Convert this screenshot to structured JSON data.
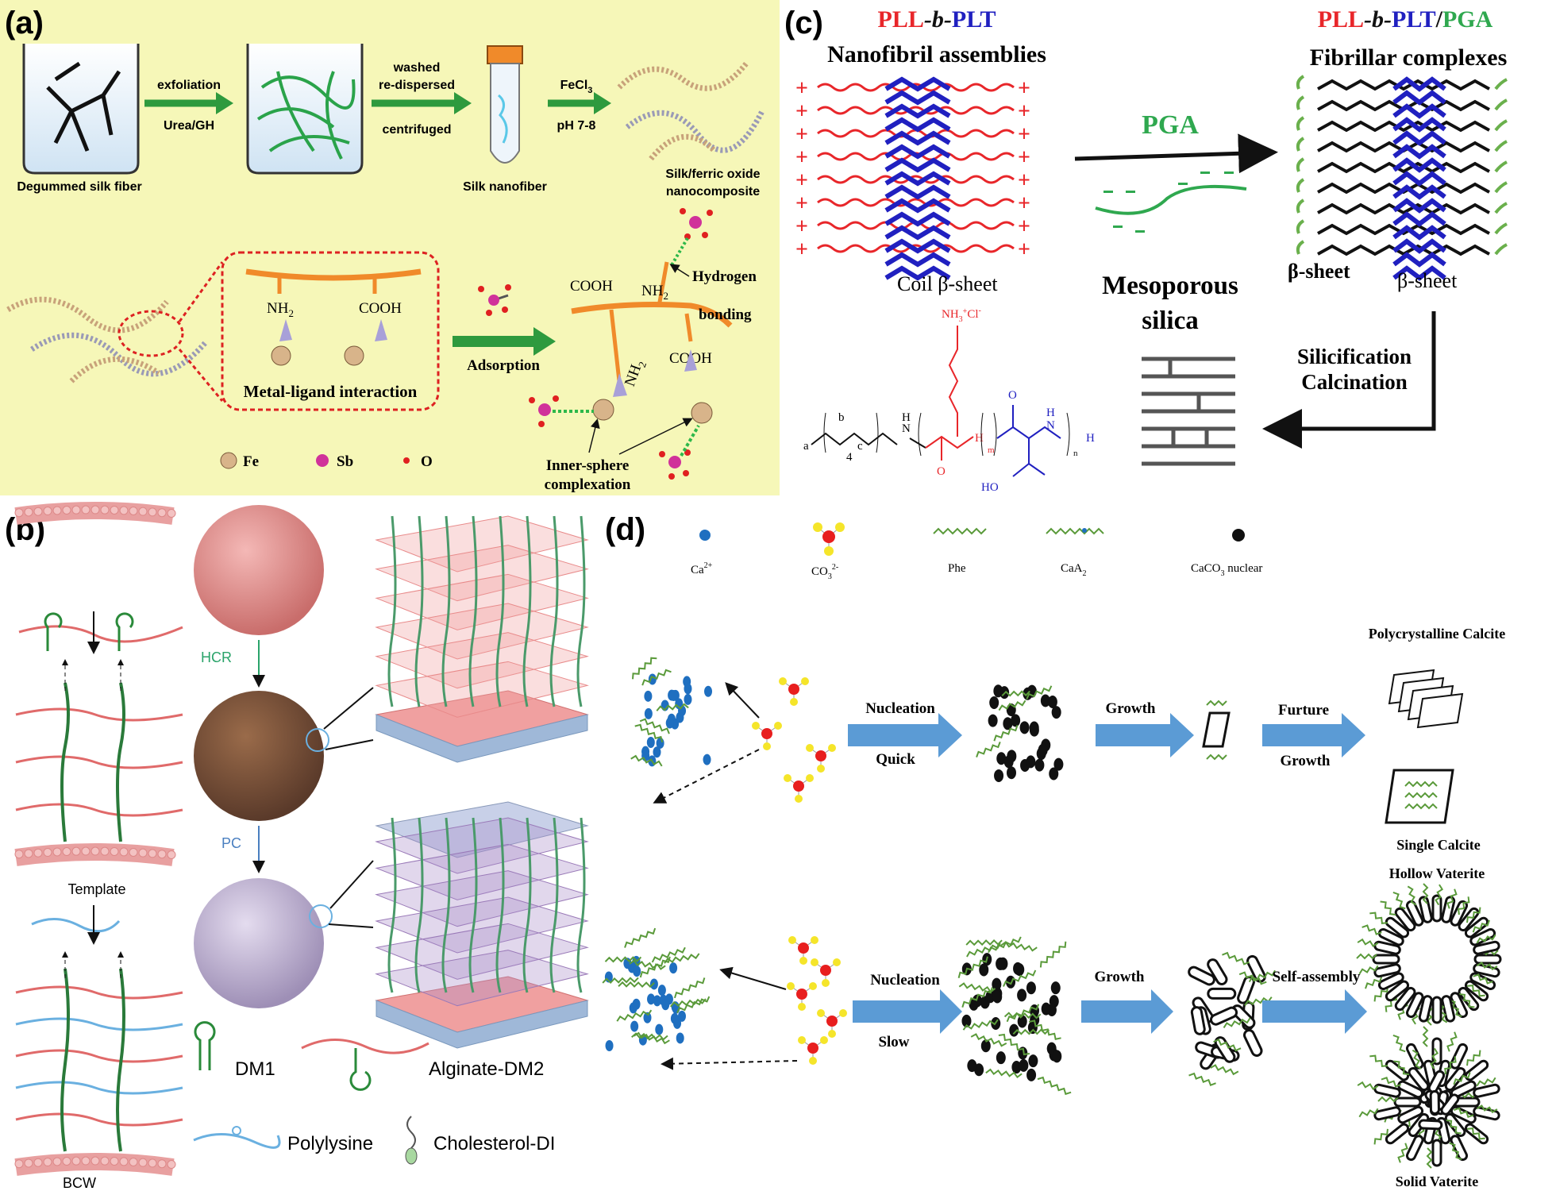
{
  "panels": {
    "a": {
      "label": "(a)",
      "beaker1_caption": "Degummed silk fiber",
      "step1_top": "exfoliation",
      "step1_bottom": "Urea/GH",
      "step2_top1": "washed",
      "step2_top2": "re-dispersed",
      "step2_bottom": "centrifuged",
      "tube_caption": "Silk nanofiber",
      "step3_top": "FeCl",
      "step3_top_sub": "3",
      "step3_bottom": "pH 7-8",
      "product_caption1": "Silk/ferric oxide",
      "product_caption2": "nanocomposite",
      "nh2": "NH",
      "nh2_sub": "2",
      "cooh": "COOH",
      "metal_ligand": "Metal-ligand interaction",
      "adsorption": "Adsorption",
      "hydrogen1": "Hydrogen",
      "hydrogen2": "bonding",
      "inner1": "Inner-sphere",
      "inner2": "complexation",
      "legend": [
        {
          "symbol": "Fe",
          "color": "#c8a27a"
        },
        {
          "symbol": "Sb",
          "color": "#d0329a"
        },
        {
          "symbol": "O",
          "color": "#e02020"
        }
      ]
    },
    "b": {
      "label": "(b)",
      "hcr": "HCR",
      "pc": "PC",
      "template": "Template",
      "bcw": "BCW",
      "legend": {
        "dm1": "DM1",
        "alginate": "Alginate-DM2",
        "polylysine": "Polylysine",
        "cholesterol": "Cholesterol-DI"
      }
    },
    "c": {
      "label": "(c)",
      "title_left_1": "PLL",
      "title_left_2": "-b-",
      "title_left_3": "PLT",
      "subtitle_left": "Nanofibril assemblies",
      "title_right_1": "PLL",
      "title_right_2": "-b-",
      "title_right_3": "PLT",
      "title_right_4": "/",
      "title_right_5": "PGA",
      "subtitle_right": "Fibrillar complexes",
      "pga": "PGA",
      "coil_beta": "Coil β-sheet",
      "beta_sheet_a": "β-sheet",
      "beta_sheet_b": "β-sheet",
      "mesoporous1": "Mesoporous",
      "mesoporous2": "silica",
      "silicification": "Silicification",
      "calcination": "Calcination",
      "chem": {
        "nh3cl": "NH",
        "nh3cl_sub": "3",
        "nh3cl_sup": "+",
        "nh3cl_tail": "Cl",
        "nh3cl_tail_sup": "-",
        "a": "a",
        "b": "b",
        "c": "c",
        "four": "4",
        "n1": "N",
        "h1": "H",
        "o1": "O",
        "o2": "O",
        "hm": "H",
        "m": "m",
        "h2": "H",
        "n2": "N",
        "n": "n",
        "h3": "H",
        "ho": "HO"
      }
    },
    "d": {
      "label": "(d)",
      "legend": [
        {
          "name": "Ca",
          "sup": "2+"
        },
        {
          "name": "CO",
          "sub": "3",
          "sup": "2-"
        },
        {
          "name": "Phe"
        },
        {
          "name": "CaA",
          "sub": "2"
        },
        {
          "name": "CaCO",
          "sub": "3",
          "tail": " nuclear"
        }
      ],
      "row1": {
        "nucleation": "Nucleation",
        "speed": "Quick",
        "growth": "Growth",
        "furture": "Furture",
        "growth2": "Growth",
        "poly_calcite": "Polycrystalline Calcite",
        "single_calcite": "Single Calcite"
      },
      "row2": {
        "nucleation": "Nucleation",
        "speed": "Slow",
        "growth": "Growth",
        "self_assembly": "Self-assembly",
        "hollow_vaterite": "Hollow Vaterite",
        "solid_vaterite": "Solid Vaterite"
      }
    }
  },
  "colors": {
    "panel_a_bg": "#f6f7b8",
    "plus_red": "#e8262a",
    "sheet_blue": "#2020c0",
    "pga_green": "#2fa84f",
    "arrow_blue": "#5b9bd5",
    "ca_blue": "#1f6fc0",
    "co3_yellow": "#f5e52a",
    "co3_red": "#e81e1e"
  }
}
